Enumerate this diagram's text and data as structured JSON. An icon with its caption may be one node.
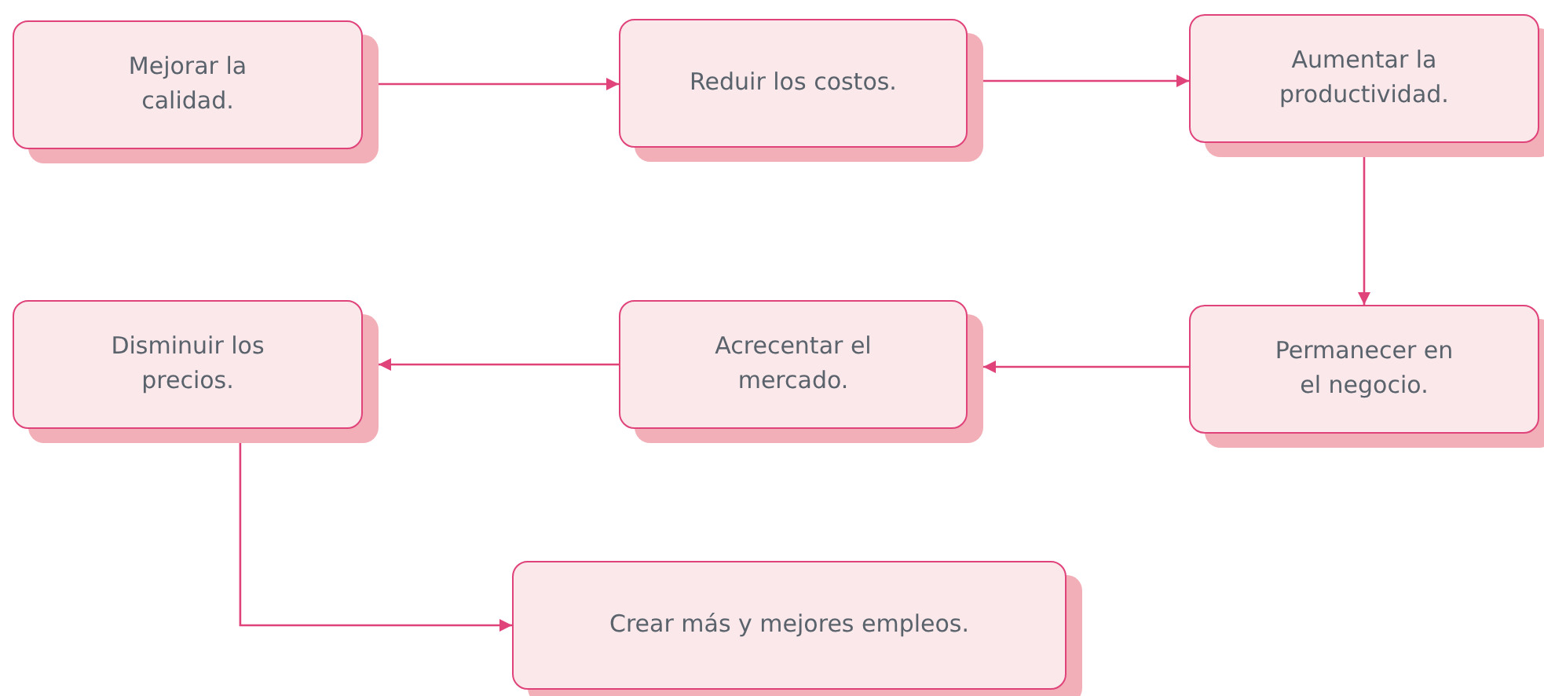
{
  "diagram": {
    "nodes": [
      {
        "text": [
          "Mejorar la calidad."
        ]
      },
      {
        "text": [
          "Reduir los costos."
        ]
      },
      {
        "text": [
          "Aumentar la productividad."
        ]
      },
      {
        "text": [
          "Permanecer en el negocio."
        ]
      },
      {
        "text": [
          "Acrecentar el mercado."
        ]
      },
      {
        "text": [
          "Disminuir los precios."
        ]
      },
      {
        "text": [
          "Crear más y mejores empleos."
        ]
      }
    ],
    "edges": [
      {
        "from": 0,
        "to": 1,
        "arrow": "to"
      },
      {
        "from": 1,
        "to": 2,
        "arrow": "to"
      },
      {
        "from": 2,
        "to": 3,
        "arrow": "to"
      },
      {
        "from": 3,
        "to": 4,
        "arrow": "to"
      },
      {
        "from": 4,
        "to": 5,
        "arrow": "to"
      },
      {
        "from": 5,
        "to": 6,
        "arrow": "to"
      }
    ]
  }
}
